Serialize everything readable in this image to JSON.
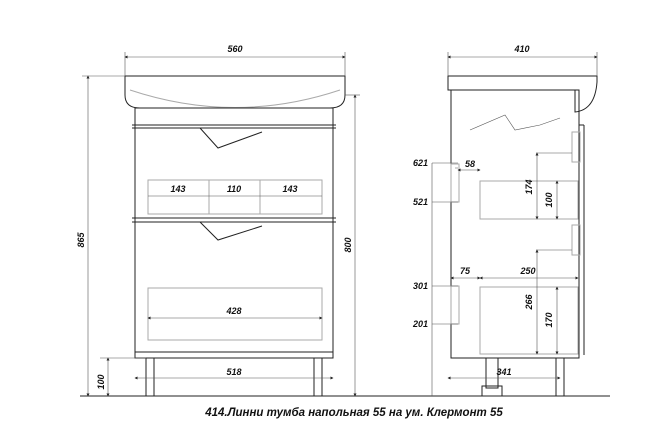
{
  "front_view": {
    "overall_width": "560",
    "overall_height": "865",
    "body_height": "800",
    "leg_height": "100",
    "leg_span": "518",
    "upper_drawer_sections": [
      "143",
      "110",
      "143"
    ],
    "lower_drawer_inner": "428"
  },
  "side_view": {
    "overall_depth": "410",
    "leg_depth": "341",
    "upper_drawer_top": "621",
    "upper_drawer_bottom": "521",
    "lower_drawer_top": "301",
    "lower_drawer_bottom": "201",
    "upper_offset": "58",
    "upper_drawer_height": "174",
    "upper_box_height": "100",
    "lower_offset": "75",
    "lower_drawer_depth": "250",
    "lower_drawer_height": "266",
    "lower_box_height": "170"
  },
  "caption": "414.Линни тумба напольная 55 на ум. Клермонт 55"
}
